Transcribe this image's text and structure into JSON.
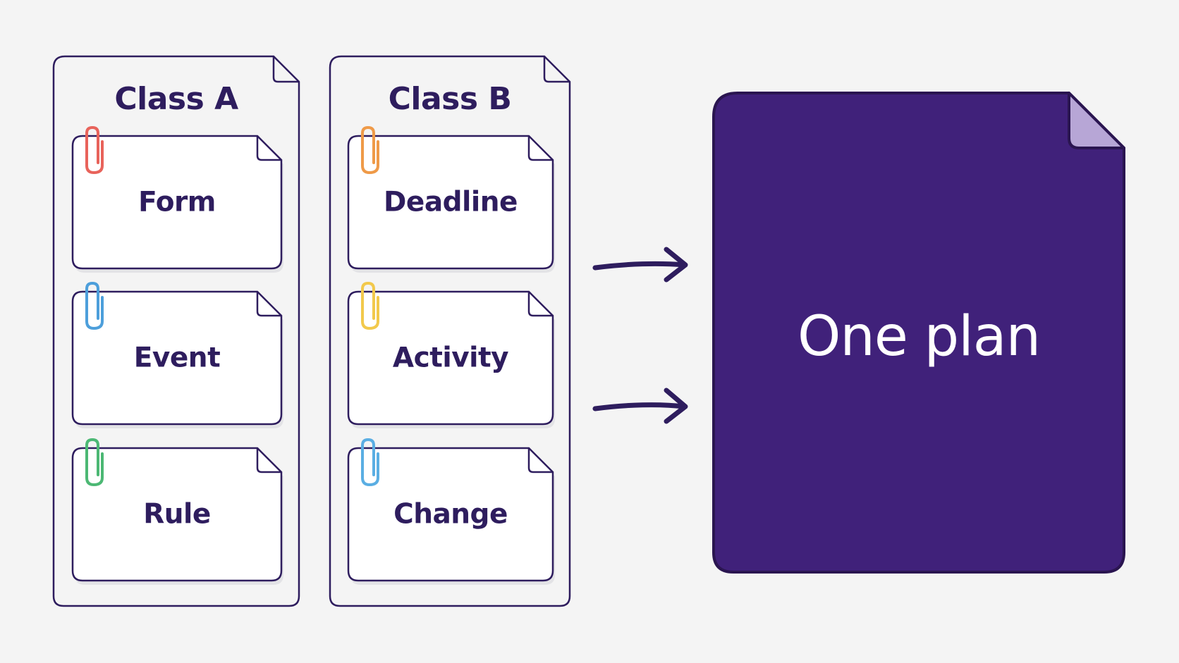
{
  "colors": {
    "background": "#f4f4f4",
    "ink": "#2e1d5e",
    "plan_fill": "#40217a",
    "plan_fold": "#b7a6d6",
    "plan_text": "#ffffff",
    "card_fill": "#ffffff"
  },
  "columns": [
    {
      "title": "Class A",
      "cards": [
        {
          "label": "Form",
          "clip_color": "#e8635b"
        },
        {
          "label": "Event",
          "clip_color": "#4d9fdb"
        },
        {
          "label": "Rule",
          "clip_color": "#4cb874"
        }
      ]
    },
    {
      "title": "Class B",
      "cards": [
        {
          "label": "Deadline",
          "clip_color": "#ef9a48"
        },
        {
          "label": "Activity",
          "clip_color": "#f2c94c"
        },
        {
          "label": "Change",
          "clip_color": "#5aaee3"
        }
      ]
    }
  ],
  "arrows": [
    {
      "icon": "arrow-right-icon"
    },
    {
      "icon": "arrow-right-icon"
    }
  ],
  "plan": {
    "label": "One plan"
  }
}
